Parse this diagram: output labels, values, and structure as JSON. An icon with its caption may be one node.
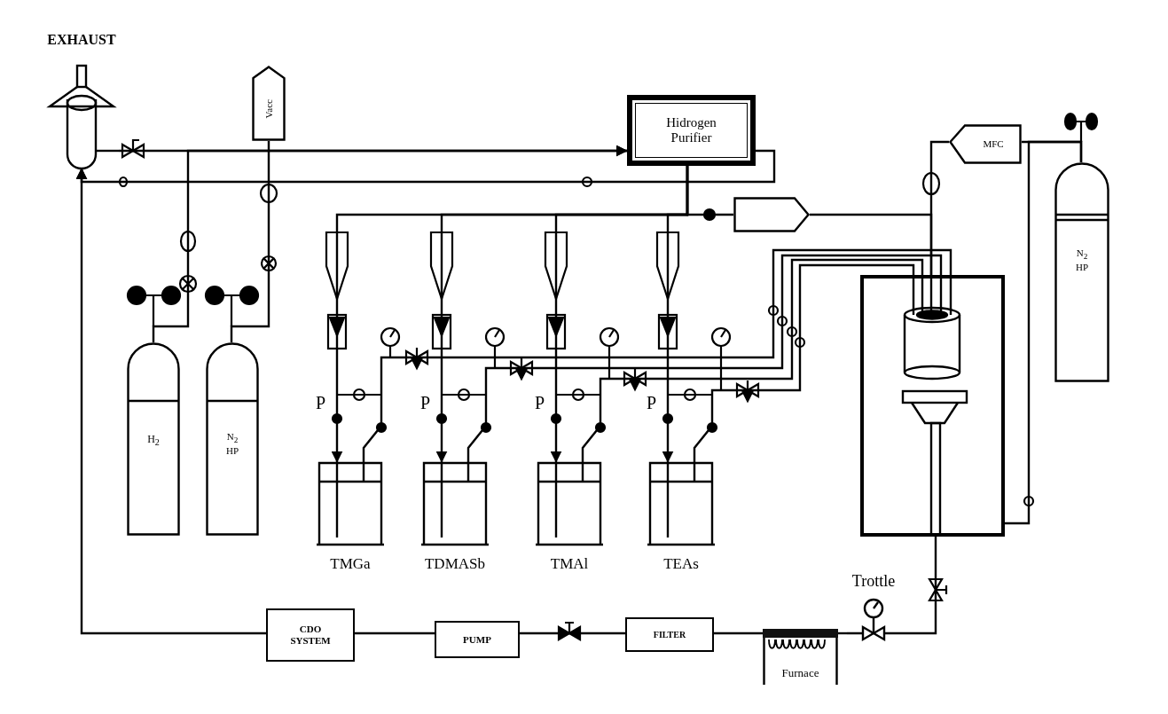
{
  "diagram": {
    "nodes": [
      {
        "text": [
          "EXHAUST"
        ]
      },
      {
        "text": [
          "Vacc"
        ]
      },
      {
        "text": [
          "Hidrogen Purifier"
        ]
      },
      {
        "text": [
          "MFC"
        ]
      },
      {
        "text": [
          "N$_{2}$ HP"
        ]
      },
      {
        "text": [],
        "shape": "pentagon"
      },
      {
        "text": [
          "H$_{2}$"
        ]
      },
      {
        "text": [
          "N$_{2}$ HP"
        ]
      },
      {
        "text": [
          "TMGa"
        ]
      },
      {
        "text": [
          "TDMASb"
        ]
      },
      {
        "text": [
          "TMAl"
        ]
      },
      {
        "text": [
          "TEAs"
        ]
      },
      {
        "text": [],
        "shape": "box"
      },
      {
        "text": [
          "Trottle"
        ]
      },
      {
        "text": [
          "CDO SYSTEM"
        ]
      },
      {
        "text": [
          "PUMP"
        ]
      },
      {
        "text": [
          "FILTER"
        ]
      },
      {
        "text": [
          "Furnace"
        ]
      }
    ],
    "edges": [
      {
        "from": 6,
        "to": 2,
        "arrow": "to"
      },
      {
        "from": 0,
        "to": 2,
        "arrow": "to"
      },
      {
        "from": 7,
        "to": 1,
        "arrow": "none"
      },
      {
        "from": 2,
        "to": 0,
        "arrow": "to"
      },
      {
        "from": 2,
        "to": 8,
        "arrow": "to"
      },
      {
        "from": 2,
        "to": 9,
        "arrow": "to"
      },
      {
        "from": 2,
        "to": 10,
        "arrow": "to"
      },
      {
        "from": 2,
        "to": 11,
        "arrow": "to"
      },
      {
        "from": 2,
        "to": 5,
        "arrow": "none"
      },
      {
        "from": 5,
        "to": 12,
        "arrow": "none"
      },
      {
        "from": 4,
        "to": 3,
        "arrow": "none"
      },
      {
        "from": 3,
        "to": 12,
        "arrow": "none"
      },
      {
        "from": 8,
        "to": 12,
        "arrow": "none"
      },
      {
        "from": 9,
        "to": 12,
        "arrow": "none"
      },
      {
        "from": 10,
        "to": 12,
        "arrow": "none"
      },
      {
        "from": 11,
        "to": 12,
        "arrow": "none"
      },
      {
        "from": 4,
        "to": 12,
        "arrow": "none"
      },
      {
        "from": 12,
        "to": 13,
        "arrow": "none"
      },
      {
        "from": 13,
        "to": 17,
        "arrow": "none"
      },
      {
        "from": 17,
        "to": 16,
        "arrow": "none"
      },
      {
        "from": 16,
        "to": 15,
        "arrow": "none"
      },
      {
        "from": 15,
        "to": 14,
        "arrow": "none"
      },
      {
        "from": 14,
        "to": 0,
        "arrow": "to"
      }
    ],
    "labels": [
      "P",
      "P",
      "P",
      "P"
    ]
  }
}
